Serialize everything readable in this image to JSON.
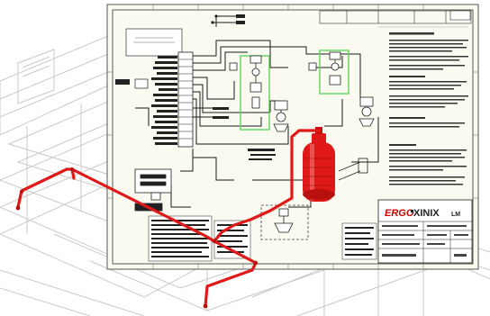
{
  "title_block": {
    "logo_left": "ERGO",
    "logo_right": "XINIX",
    "logo_suffix": "LM"
  },
  "colors": {
    "pipe_red": "#e01818",
    "sheet_bg": "#fbfaf1",
    "line_ink": "#1a1a1a",
    "highlight_green": "#5fd35f",
    "ghost_line": "#c9c9c9",
    "brand_red": "#d40000"
  },
  "icons": {
    "cylinder": "fire-suppression-cylinder-icon",
    "valve": "valve-icon",
    "nozzle": "nozzle-icon"
  }
}
